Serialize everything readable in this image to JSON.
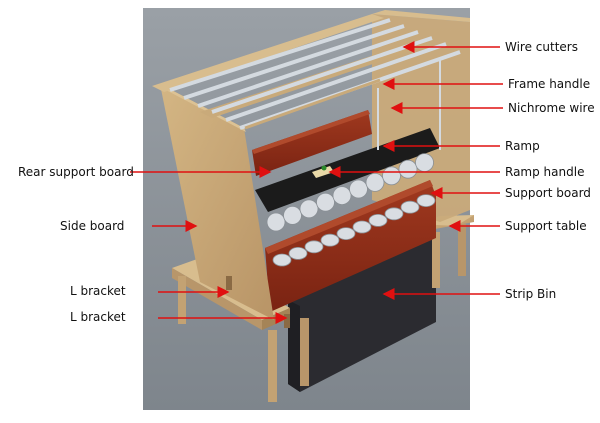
{
  "diagram": {
    "colors": {
      "background": "#8e959c",
      "wood": "#c8a878",
      "wood_dark": "#8a6a44",
      "brown_board": "#8a2a16",
      "brown_board_top": "#a33a22",
      "black_ramp": "#1b1b1b",
      "bin": "#2e2e33",
      "rod": "#d4dae0",
      "cup": "#d9dde2",
      "arrow": "#e01010",
      "label_text": "#111111"
    },
    "labels_right": [
      {
        "id": "wire-cutters",
        "text": "Wire cutters"
      },
      {
        "id": "frame-handle",
        "text": "Frame handle"
      },
      {
        "id": "nichrome-wire",
        "text": "Nichrome wire"
      },
      {
        "id": "ramp",
        "text": "Ramp"
      },
      {
        "id": "ramp-handle",
        "text": "Ramp handle"
      },
      {
        "id": "support-board",
        "text": "Support board"
      },
      {
        "id": "support-table",
        "text": "Support table"
      },
      {
        "id": "strip-bin",
        "text": "Strip Bin"
      }
    ],
    "labels_left": [
      {
        "id": "rear-support-board",
        "text": "Rear support board"
      },
      {
        "id": "side-board",
        "text": "Side board"
      },
      {
        "id": "l-bracket-1",
        "text": "L bracket"
      },
      {
        "id": "l-bracket-2",
        "text": "L bracket"
      }
    ]
  }
}
